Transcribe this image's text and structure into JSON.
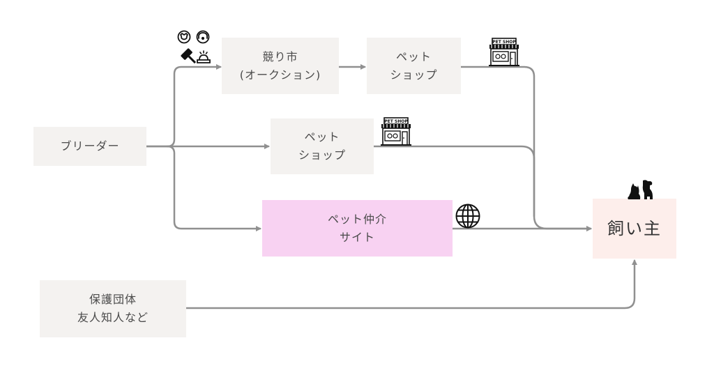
{
  "nodes": {
    "breeder": "ブリーダー",
    "auction": "競り市\n(オークション)",
    "petshop_top": "ペット\nショップ",
    "petshop_mid": "ペット\nショップ",
    "pet_site": "ペット仲介\nサイト",
    "owner": "飼い主",
    "shelter": "保護団体\n友人知人など"
  },
  "icons": {
    "auction": "auction-gavel-icon",
    "petshop_top": "pet-shop-storefront-icon",
    "petshop_mid": "pet-shop-storefront-icon",
    "site": "globe-icon",
    "owner": "cat-and-dog-icon",
    "petshop_sign": "PET SHOP"
  },
  "colors": {
    "gray_box": "#f4f2f0",
    "pink_box": "#f8d2f2",
    "peach_box": "#fdeeeb",
    "arrow": "#909090",
    "text": "#4a4a4a"
  }
}
